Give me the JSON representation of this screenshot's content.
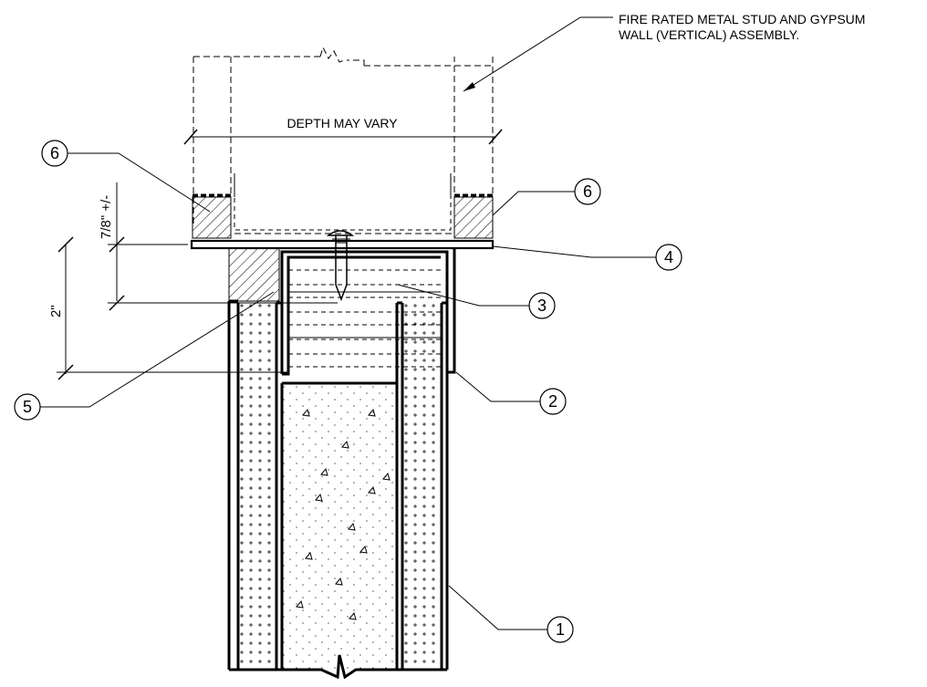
{
  "notes": {
    "wall_assembly_line1": "FIRE RATED METAL STUD AND GYPSUM",
    "wall_assembly_line2": "WALL (VERTICAL) ASSEMBLY.",
    "depth": "DEPTH MAY VARY"
  },
  "dimensions": {
    "upper": "7/8\" +/-",
    "lower": "2\""
  },
  "tags": {
    "t1": "1",
    "t2": "2",
    "t3": "3",
    "t4": "4",
    "t5": "5",
    "t6_left": "6",
    "t6_right": "6"
  }
}
